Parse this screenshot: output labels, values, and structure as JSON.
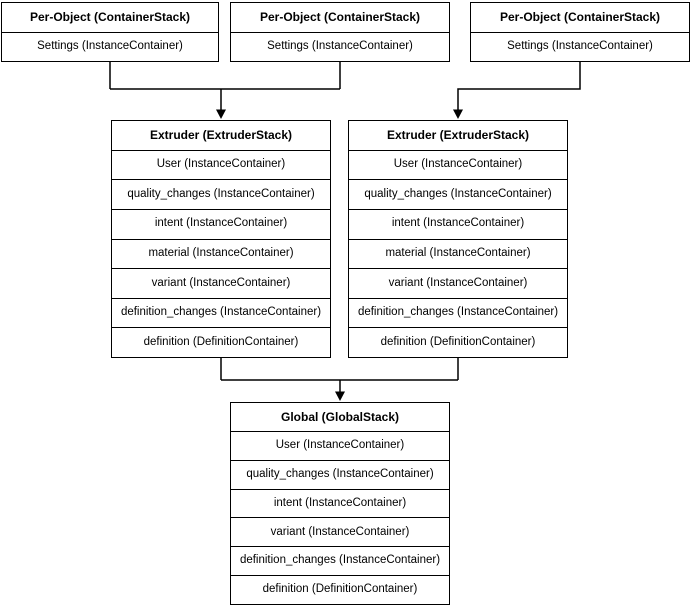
{
  "colors": {
    "line": "#000000",
    "box_fill": "#ffffff",
    "text": "#000000"
  },
  "stacks": {
    "per_object": [
      {
        "title": "Per-Object (ContainerStack)",
        "rows": [
          "Settings (InstanceContainer)"
        ]
      },
      {
        "title": "Per-Object (ContainerStack)",
        "rows": [
          "Settings (InstanceContainer)"
        ]
      },
      {
        "title": "Per-Object (ContainerStack)",
        "rows": [
          "Settings (InstanceContainer)"
        ]
      }
    ],
    "extruders": [
      {
        "title": "Extruder (ExtruderStack)",
        "rows": [
          "User (InstanceContainer)",
          "quality_changes (InstanceContainer)",
          "intent (InstanceContainer)",
          "material (InstanceContainer)",
          "variant (InstanceContainer)",
          "definition_changes (InstanceContainer)",
          "definition (DefinitionContainer)"
        ]
      },
      {
        "title": "Extruder (ExtruderStack)",
        "rows": [
          "User (InstanceContainer)",
          "quality_changes (InstanceContainer)",
          "intent (InstanceContainer)",
          "material (InstanceContainer)",
          "variant (InstanceContainer)",
          "definition_changes (InstanceContainer)",
          "definition (DefinitionContainer)"
        ]
      }
    ],
    "global": {
      "title": "Global (GlobalStack)",
      "rows": [
        "User (InstanceContainer)",
        "quality_changes (InstanceContainer)",
        "intent (InstanceContainer)",
        "variant (InstanceContainer)",
        "definition_changes (InstanceContainer)",
        "definition (DefinitionContainer)"
      ]
    }
  }
}
